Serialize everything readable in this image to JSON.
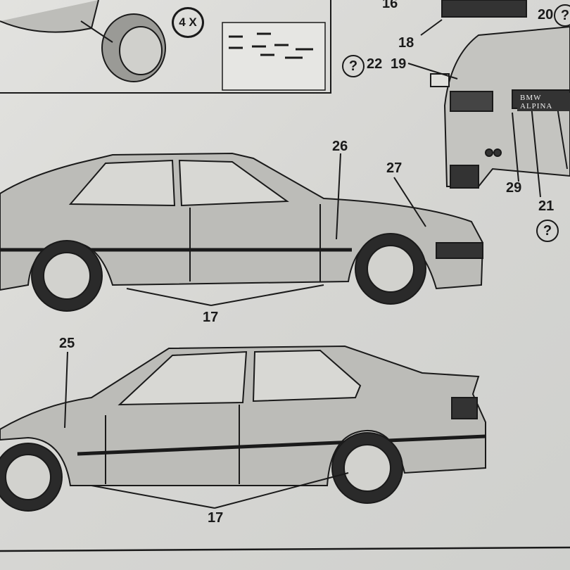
{
  "callouts": {
    "c16": "16",
    "c20": "20",
    "c18": "18",
    "c22": "22",
    "c19": "19",
    "c26": "26",
    "c27": "27",
    "c29": "29",
    "c21": "21",
    "c17_top": "17",
    "c25": "25",
    "c17_bottom": "17"
  },
  "quantity_badge": "4 X",
  "question_mark": "?",
  "rear_plate_text": "BMW ALPINA",
  "colors": {
    "paper": "#dcdcd9",
    "ink": "#1a1a1a",
    "body": "#b8b8b4"
  }
}
